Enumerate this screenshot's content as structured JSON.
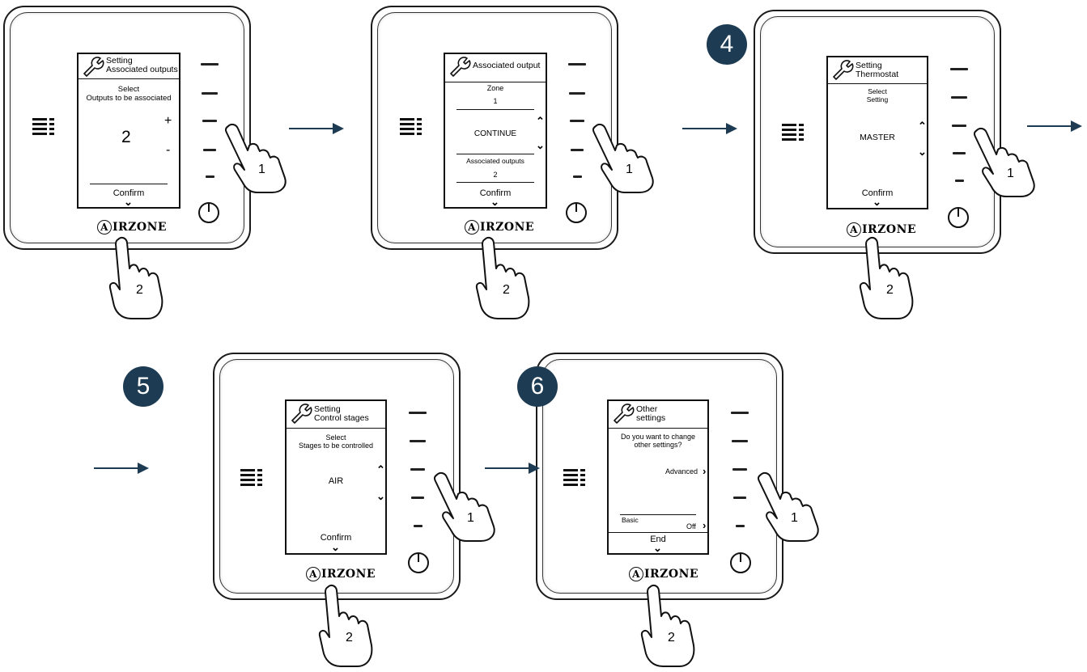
{
  "brand": "AIRZONE",
  "brand_rest": "IRZONE",
  "brand_initial": "A",
  "step_badges": [
    "4",
    "5",
    "6"
  ],
  "colors": {
    "badge": "#1d3c53",
    "arrow": "#1d3c53"
  },
  "hand_labels": {
    "side": "1",
    "bottom": "2"
  },
  "icons": {
    "menu": "menu-list-icon",
    "power": "power-icon",
    "wrench": "wrench-icon",
    "hand": "pointing-hand-icon"
  },
  "panels": [
    {
      "header": "Setting\nAssociated outputs",
      "lines": [
        "Select\nOutputs to be associated"
      ],
      "value": "2",
      "plus": "+",
      "minus": "-",
      "footer": "Confirm"
    },
    {
      "header": "Associated output",
      "zone_label": "Zone",
      "zone_value": "1",
      "option": "CONTINUE",
      "outputs_label": "Associated outputs",
      "outputs_value": "2",
      "footer": "Confirm"
    },
    {
      "header": "Setting\nThermostat",
      "lines": [
        "Select\nSetting"
      ],
      "value": "MASTER",
      "footer": "Confirm"
    },
    {
      "header": "Setting\nControl stages",
      "lines": [
        "Select\nStages to be controlled"
      ],
      "value": "AIR",
      "footer": "Confirm"
    },
    {
      "header": "Other\nsettings",
      "lines": [
        "Do you want to change\nother settings?"
      ],
      "advanced": "Advanced",
      "basic": "Basic",
      "off": "Off",
      "footer": "End"
    }
  ]
}
